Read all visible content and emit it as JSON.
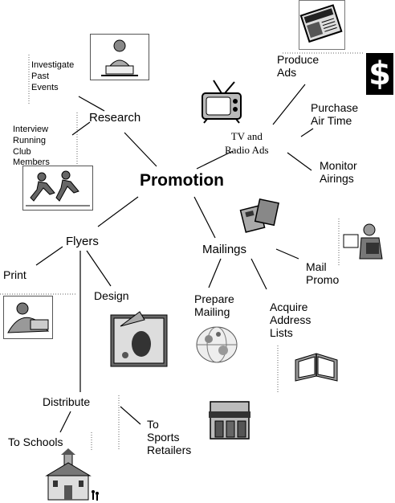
{
  "center": {
    "label": "Promotion"
  },
  "research": {
    "label": "Research",
    "investigate": [
      "Investigate",
      "Past",
      "Events"
    ],
    "interview": [
      "Interview",
      "Running",
      "Club",
      "Members"
    ]
  },
  "tv_radio": {
    "label": [
      "TV and",
      "Radio Ads"
    ],
    "produce": [
      "Produce",
      "Ads"
    ],
    "purchase": [
      "Purchase",
      "Air Time"
    ],
    "monitor": [
      "Monitor",
      "Airings"
    ]
  },
  "mailings": {
    "label": "Mailings",
    "mail_promo": [
      "Mail",
      "Promo"
    ],
    "prepare": [
      "Prepare",
      "Mailing"
    ],
    "acquire": [
      "Acquire",
      "Address",
      "Lists"
    ]
  },
  "flyers": {
    "label": "Flyers",
    "print": "Print",
    "design": "Design",
    "distribute": "Distribute",
    "to_schools": "To Schools",
    "to_retailers": [
      "To",
      "Sports",
      "Retailers"
    ]
  },
  "clipart": {
    "dollar_sign": "$",
    "icons": [
      "newspaper-icon",
      "dollar-icon",
      "tv-icon",
      "reading-person-icon",
      "runners-icon",
      "letters-icon",
      "mail-carrier-icon",
      "printer-icon",
      "design-palette-icon",
      "globe-icon",
      "address-book-icon",
      "store-icon",
      "school-icon"
    ]
  }
}
